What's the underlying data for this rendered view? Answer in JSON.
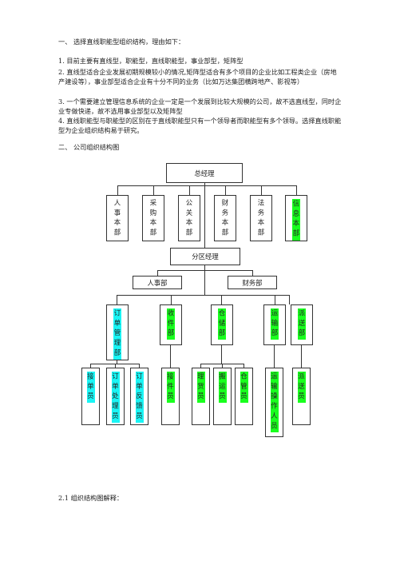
{
  "section1": {
    "heading": "一、  选择直线职能型组织结构，理由如下：",
    "items": [
      "1. 目前主要有直线型，职能型，直线职能型，事业部型，矩阵型",
      "2. 直线型适合企业发展初期规模较小的情况,矩阵型适合有多个项目的企业比如工程类企业（房地产建设等），事业部型适合企业有十分不同的业务（比如万达集团横跨地产、影视等）",
      "3. 一个需要建立管理信息系统的企业一定是一个发展到比较大规模的公司，故不选直线型，同时企业专做快递，故不选用事业部型以及矩阵型",
      "4. 直线职能型与职能型的区别在于直线职能型只有一个领导者而职能型有多个领导。选择直线职能型为企业组织结构易于研究。"
    ]
  },
  "section2": {
    "heading": "二、  公司组织结构图"
  },
  "chart": {
    "general_manager": "总经理",
    "top_departments": [
      "人事本部",
      "采购本部",
      "公关本部",
      "财务本部",
      "法务本部",
      "信息本部"
    ],
    "branch_manager": "分区经理",
    "branch_offices": [
      "人事部",
      "财务部"
    ],
    "departments": [
      "订单管理部",
      "收件部",
      "仓储部",
      "运输部",
      "派送部"
    ],
    "staff": [
      "接单员",
      "订单处理员",
      "订单反馈员",
      "接件员",
      "理货员",
      "搬运员",
      "仓管员",
      "运输操作人员",
      "派送员"
    ]
  },
  "section21": {
    "heading": "2.1  组织结构图解释："
  },
  "colors": {
    "highlight_green": "#19ff1e",
    "highlight_cyan": "#19f5f5",
    "line": "#333333"
  }
}
